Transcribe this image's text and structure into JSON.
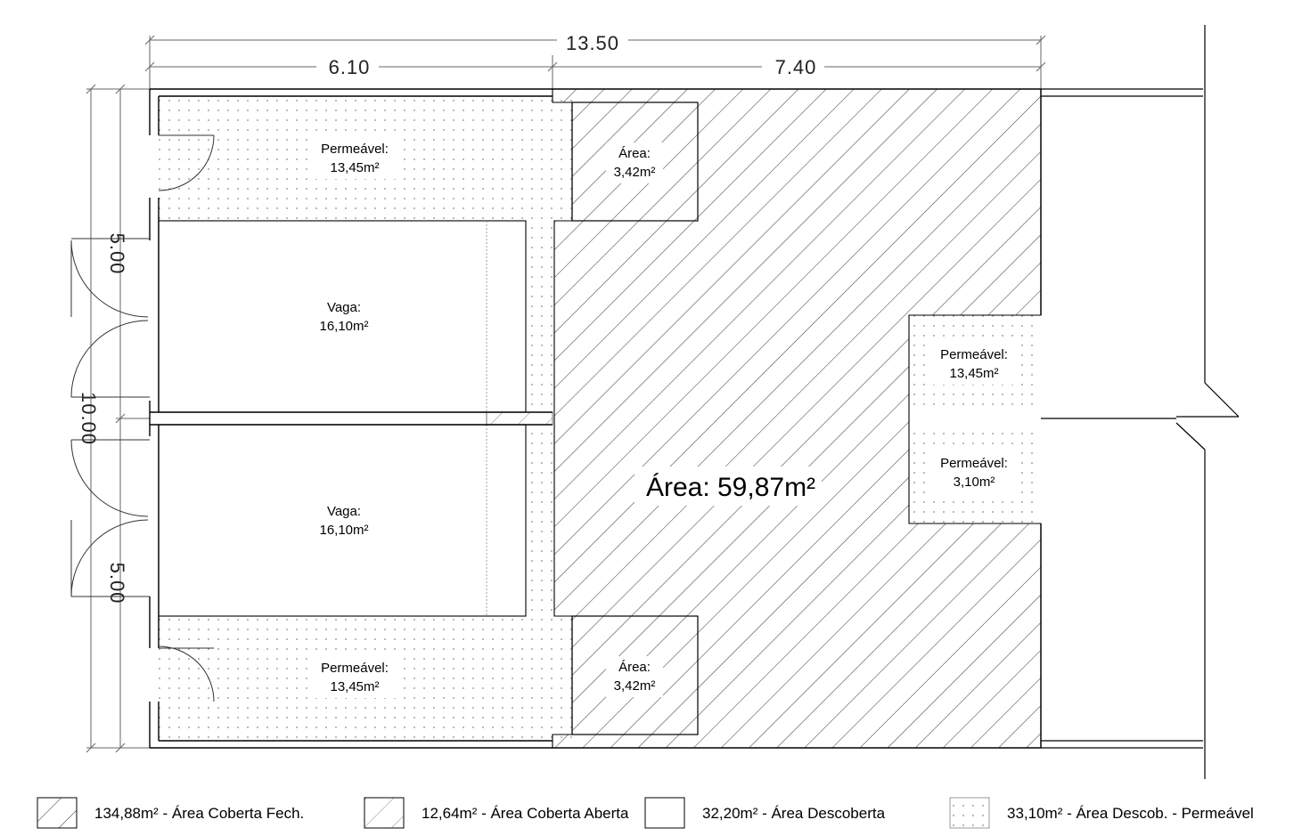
{
  "dimensions": {
    "total_width": "13.50",
    "left_width": "6.10",
    "right_width": "7.40",
    "total_depth": "10.00",
    "upper_depth": "5.00",
    "lower_depth": "5.00"
  },
  "areas": {
    "permeavel_top_left": {
      "name": "Permeável:",
      "value": "13,45m²"
    },
    "area_top": {
      "name": "Área:",
      "value": "3,42m²"
    },
    "vaga_top": {
      "name": "Vaga:",
      "value": "16,10m²"
    },
    "vaga_bottom": {
      "name": "Vaga:",
      "value": "16,10m²"
    },
    "permeavel_bottom_left": {
      "name": "Permeável:",
      "value": "13,45m²"
    },
    "area_bottom": {
      "name": "Área:",
      "value": "3,42m²"
    },
    "permeavel_right_top": {
      "name": "Permeável:",
      "value": "13,45m²"
    },
    "permeavel_right_bottom": {
      "name": "Permeável:",
      "value": "3,10m²"
    },
    "main_area": "Área: 59,87m²"
  },
  "legend": [
    {
      "pattern": "hatch-dense",
      "text": "134,88m² - Área Coberta Fech."
    },
    {
      "pattern": "hatch-light",
      "text": "12,64m² - Área Coberta Aberta"
    },
    {
      "pattern": "blank",
      "text": "32,20m² - Área Descoberta"
    },
    {
      "pattern": "dots",
      "text": "33,10m² - Área Descob. - Permeável"
    }
  ],
  "colors": {
    "line": "#000000",
    "hatch": "#444444",
    "dots": "#888888",
    "background": "#ffffff"
  }
}
